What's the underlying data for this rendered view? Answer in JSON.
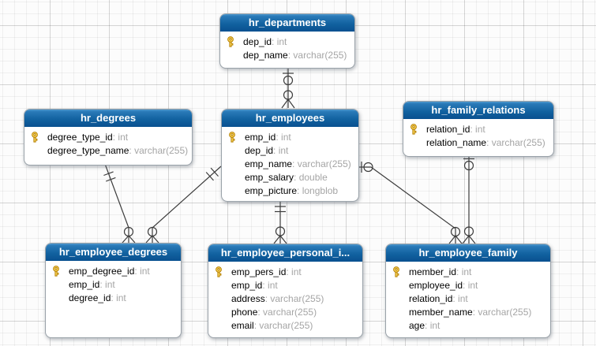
{
  "canvas": {
    "tool": "eer-diagram-canvas",
    "background": "grid"
  },
  "colors": {
    "header_gradient_top": "#4f9ad0",
    "header_gradient_bottom": "#0a5291",
    "table_body": "#ffffff",
    "table_border": "#9aa2a9",
    "column_name_text": "#000000",
    "column_type_text": "#a5a5a5",
    "relationship_line": "#3c3c3c",
    "primary_key_icon": "#ffd95e",
    "grid_minor": "#ededed",
    "grid_major": "#d8d8d8"
  },
  "tables": [
    {
      "title": "hr_departments",
      "columns": [
        {
          "name": "dep_id",
          "type": "int",
          "primary_key": true
        },
        {
          "name": "dep_name",
          "type": "varchar(255)",
          "primary_key": false
        }
      ]
    },
    {
      "title": "hr_degrees",
      "columns": [
        {
          "name": "degree_type_id",
          "type": "int",
          "primary_key": true
        },
        {
          "name": "degree_type_name",
          "type": "varchar(255)",
          "primary_key": false
        }
      ]
    },
    {
      "title": "hr_employees",
      "columns": [
        {
          "name": "emp_id",
          "type": "int",
          "primary_key": true
        },
        {
          "name": "dep_id",
          "type": "int",
          "primary_key": false
        },
        {
          "name": "emp_name",
          "type": "varchar(255)",
          "primary_key": false
        },
        {
          "name": "emp_salary",
          "type": "double",
          "primary_key": false
        },
        {
          "name": "emp_picture",
          "type": "longblob",
          "primary_key": false
        }
      ]
    },
    {
      "title": "hr_family_relations",
      "columns": [
        {
          "name": "relation_id",
          "type": "int",
          "primary_key": true
        },
        {
          "name": "relation_name",
          "type": "varchar(255)",
          "primary_key": false
        }
      ]
    },
    {
      "title": "hr_employee_degrees",
      "columns": [
        {
          "name": "emp_degree_id",
          "type": "int",
          "primary_key": true
        },
        {
          "name": "emp_id",
          "type": "int",
          "primary_key": false
        },
        {
          "name": "degree_id",
          "type": "int",
          "primary_key": false
        }
      ]
    },
    {
      "title": "hr_employee_personal_i...",
      "columns": [
        {
          "name": "emp_pers_id",
          "type": "int",
          "primary_key": true
        },
        {
          "name": "emp_id",
          "type": "int",
          "primary_key": false
        },
        {
          "name": "address",
          "type": "varchar(255)",
          "primary_key": false
        },
        {
          "name": "phone",
          "type": "varchar(255)",
          "primary_key": false
        },
        {
          "name": "email",
          "type": "varchar(255)",
          "primary_key": false
        }
      ]
    },
    {
      "title": "hr_employee_family",
      "columns": [
        {
          "name": "member_id",
          "type": "int",
          "primary_key": true
        },
        {
          "name": "employee_id",
          "type": "int",
          "primary_key": false
        },
        {
          "name": "relation_id",
          "type": "int",
          "primary_key": false
        },
        {
          "name": "member_name",
          "type": "varchar(255)",
          "primary_key": false
        },
        {
          "name": "age",
          "type": "int",
          "primary_key": false
        }
      ]
    }
  ],
  "connectors": [
    {
      "from": "hr_departments",
      "to": "hr_employees",
      "from_end": "zero-or-one (bar + circle)",
      "to_end": "zero-or-many (circle + crow-foot)"
    },
    {
      "from": "hr_degrees",
      "to": "hr_employee_degrees",
      "from_end": "exactly-one (double bar)",
      "to_end": "zero-or-many (circle + crow-foot)"
    },
    {
      "from": "hr_employees",
      "to": "hr_employee_degrees",
      "from_end": "exactly-one (double bar)",
      "to_end": "zero-or-many (circle + crow-foot)"
    },
    {
      "from": "hr_employees",
      "to": "hr_employee_personal_i...",
      "from_end": "exactly-one (double bar)",
      "to_end": "zero-or-many (circle + crow-foot)"
    },
    {
      "from": "hr_employees",
      "to": "hr_employee_family",
      "from_end": "zero-or-one (bar + circle)",
      "to_end": "zero-or-many (circle + crow-foot)"
    },
    {
      "from": "hr_family_relations",
      "to": "hr_employee_family",
      "from_end": "zero-or-one (bar + circle)",
      "to_end": "zero-or-many (circle + crow-foot)"
    }
  ],
  "icons": {
    "primary_key": "yellow-key"
  }
}
